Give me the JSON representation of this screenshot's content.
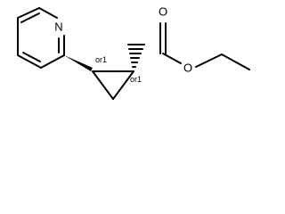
{
  "molecule": {
    "atoms": {
      "nitrogen": "N",
      "carbonyl_oxygen": "O",
      "ester_oxygen": "O"
    },
    "stereo_labels": {
      "left_center": "or1",
      "right_center": "or1"
    }
  }
}
